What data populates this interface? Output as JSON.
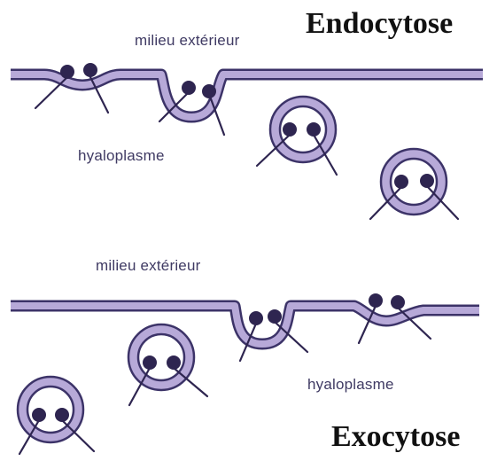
{
  "endocytose": {
    "title": "Endocytose",
    "outer_label": "milieu extérieur",
    "inner_label": "hyaloplasme"
  },
  "exocytose": {
    "title": "Exocytose",
    "outer_label": "milieu extérieur",
    "inner_label": "hyaloplasme"
  },
  "colors": {
    "membrane_fill": "#b7a9d8",
    "membrane_outline": "#3c3368",
    "molecule": "#2e2550",
    "label_text": "#3f3a63",
    "title_text": "#111111"
  }
}
